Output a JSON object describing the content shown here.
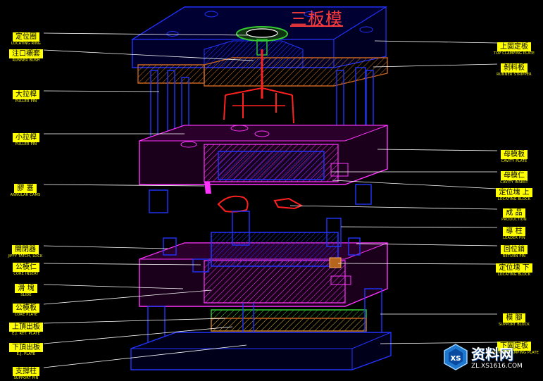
{
  "title": "三板模",
  "labels_left": [
    {
      "cn": "定位圈",
      "en": "LOCATING RING"
    },
    {
      "cn": "注口襯套",
      "en": "RUNNER BUSH"
    },
    {
      "cn": "大拉桿",
      "en": "PULLER PIN"
    },
    {
      "cn": "小拉桿",
      "en": "PULLER PIN"
    },
    {
      "cn": "膠 塞",
      "en": "ANNULAR CAMS"
    },
    {
      "cn": "開閉器",
      "en": "JIFFY TATCH, LOCK"
    },
    {
      "cn": "公模仁",
      "en": "CORE INSERT"
    },
    {
      "cn": "滑 塊",
      "en": "SLIDE"
    },
    {
      "cn": "公模板",
      "en": "CORE PLATE"
    },
    {
      "cn": "上頂出板",
      "en": "E.J. RET. PLATE"
    },
    {
      "cn": "下頂出板",
      "en": "E.J. PLATE"
    },
    {
      "cn": "支撐柱",
      "en": "SUPPORT PIN"
    }
  ],
  "labels_right": [
    {
      "cn": "上固定板",
      "en": "TOP CLAMPING PLATE"
    },
    {
      "cn": "剝料板",
      "en": "RUNNER STRIPPER"
    },
    {
      "cn": "母模板",
      "en": "CAVITY PLATE"
    },
    {
      "cn": "母模仁",
      "en": "CAVITY INSERT"
    },
    {
      "cn": "定位塊 上",
      "en": "LOCATING BLOCK"
    },
    {
      "cn": "成 品",
      "en": "PRODUCTION"
    },
    {
      "cn": "導 柱",
      "en": "LEADER PIN"
    },
    {
      "cn": "回位銷",
      "en": "RETURN PIN"
    },
    {
      "cn": "定位塊 下",
      "en": "LOCATING BLOCK"
    },
    {
      "cn": "模 腳",
      "en": "SUPPORT BLOCK"
    },
    {
      "cn": "下固定板",
      "en": "BOTTOM CLAMPING PLATE"
    }
  ],
  "watermark": {
    "name": "资料网",
    "url": "ZL.XS1616.COM"
  },
  "colors": {
    "background": "#000000",
    "blue": "#2233ff",
    "magenta": "#ff33ff",
    "red": "#ff2020",
    "orange": "#c8641e",
    "green": "#33cc33",
    "yellow_label": "#ffff00"
  }
}
